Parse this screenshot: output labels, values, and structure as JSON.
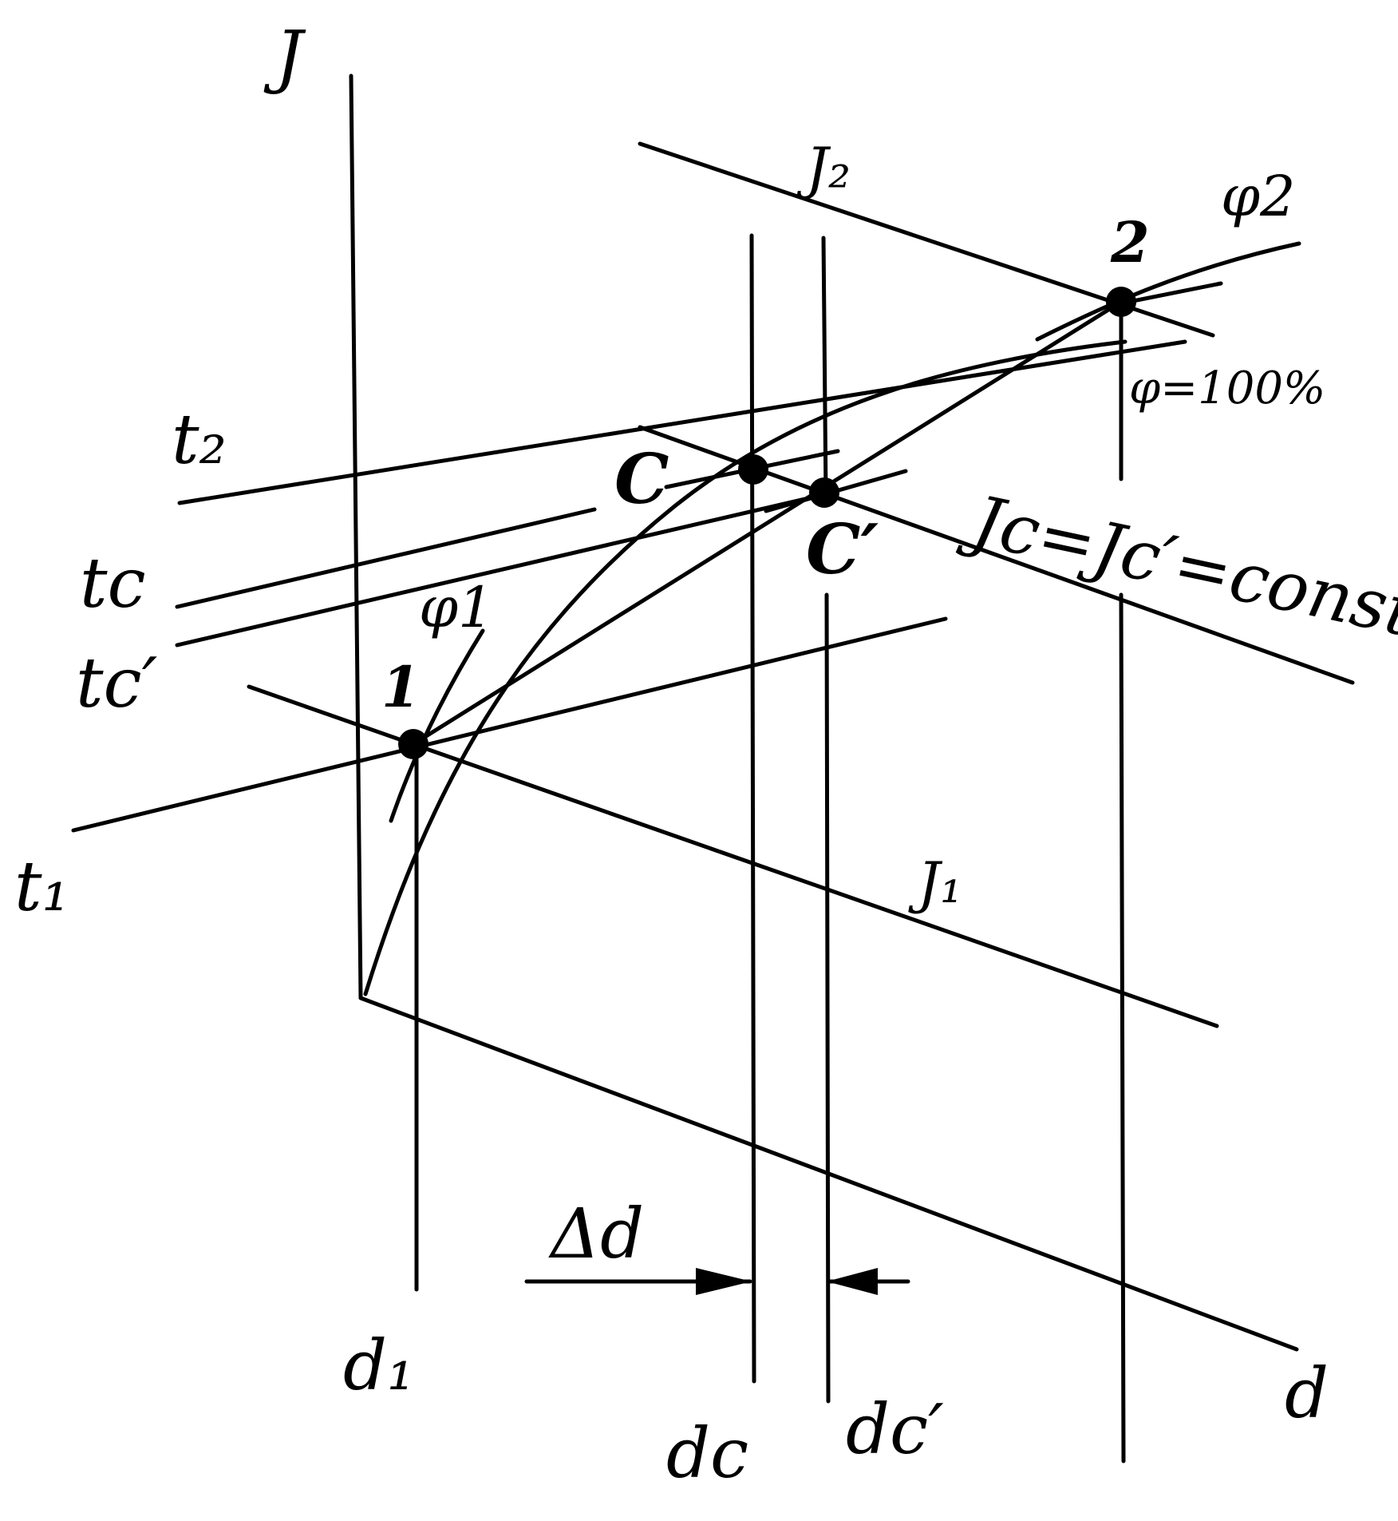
{
  "colors": {
    "ink": "#000000",
    "paper": "#ffffff"
  },
  "labels": {
    "axis_J": "J",
    "axis_d": "d",
    "J2": "J₂",
    "J1": "J₁",
    "phi2": "φ2",
    "phi1": "φ1",
    "phi100": "φ=100%",
    "t2": "t₂",
    "tc": "tc",
    "tc_prime": "tc′",
    "t1": "t₁",
    "point_2": "2",
    "point_1": "1",
    "point_C": "C",
    "point_C_prime": "C′",
    "Jc_eq": "Jc=Jc′=const",
    "delta_d": "Δd",
    "d1": "d₁",
    "dc": "dc",
    "dc_prime": "dc′"
  }
}
